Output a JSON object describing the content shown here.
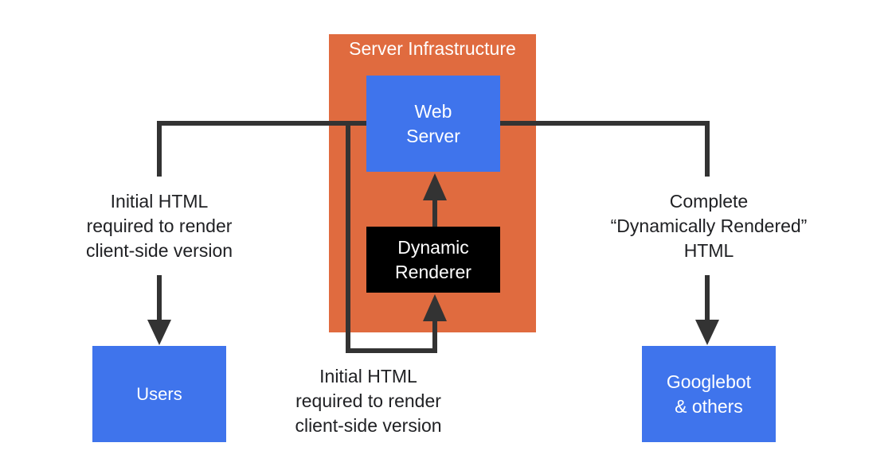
{
  "server_infrastructure": {
    "title": "Server Infrastructure",
    "color": "#e06b3f"
  },
  "nodes": {
    "web_server": "Web\nServer",
    "dynamic_renderer": "Dynamic\nRenderer",
    "users": "Users",
    "googlebot": "Googlebot\n& others"
  },
  "labels": {
    "to_users": "Initial HTML\nrequired to render\nclient-side version",
    "to_renderer": "Initial HTML\nrequired to render\nclient-side version",
    "to_googlebot": "Complete\n“Dynamically Rendered”\nHTML"
  },
  "colors": {
    "node_blue": "#3f74ec",
    "renderer": "#000000",
    "connector": "#333333"
  }
}
